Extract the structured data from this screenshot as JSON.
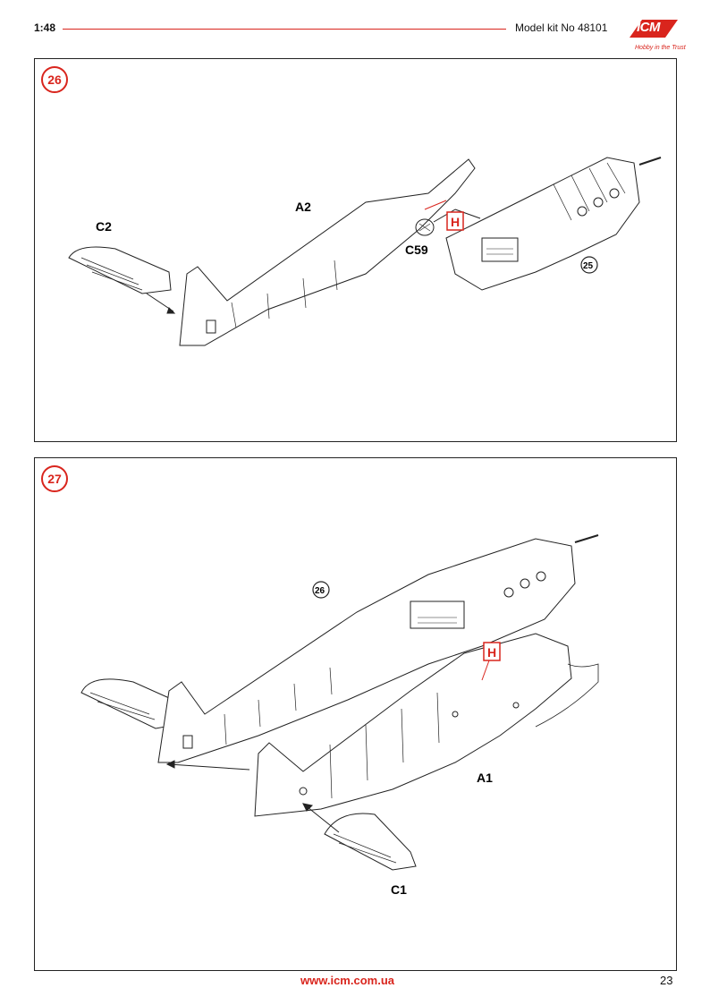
{
  "header": {
    "scale": "1:48",
    "kit": "Model kit No 48101"
  },
  "logo": {
    "brand": "ICM",
    "tagline": "Hobby in the Trust"
  },
  "steps": [
    {
      "number": "26",
      "labels": {
        "c2": "C2",
        "a2": "A2",
        "c59": "C59",
        "paint": "H",
        "ref": "25"
      }
    },
    {
      "number": "27",
      "labels": {
        "ref": "26",
        "paint": "H",
        "a1": "A1",
        "c1": "C1"
      }
    }
  ],
  "footer": {
    "url": "www.icm.com.ua",
    "page": "23"
  },
  "colors": {
    "accent": "#d9251d",
    "line": "#222222"
  }
}
